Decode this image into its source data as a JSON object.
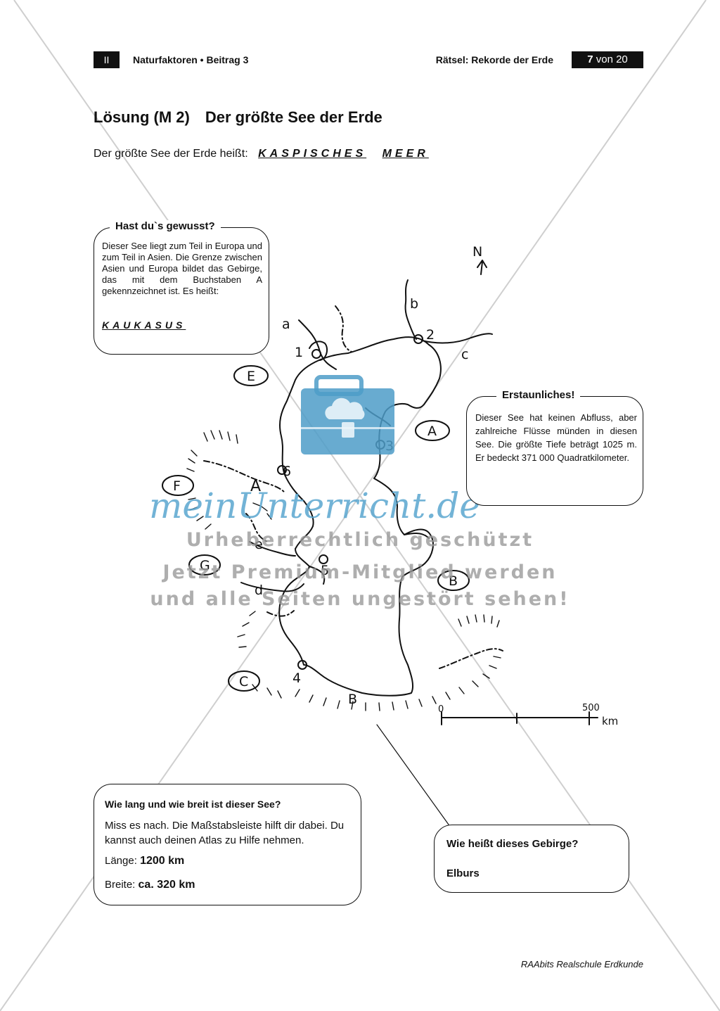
{
  "header": {
    "section_number": "II",
    "series": "Naturfaktoren • Beitrag 3",
    "topic": "Rätsel: Rekorde der Erde",
    "page_current": "7",
    "page_rest": "von 20"
  },
  "title": {
    "label": "Lösung (M 2)",
    "subtitle": "Der größte See der Erde"
  },
  "answer_line": {
    "question": "Der größte See der Erde heißt:",
    "word1": "KASPISCHES",
    "word2": "MEER"
  },
  "box_known": {
    "heading": "Hast du`s gewusst?",
    "text": "Dieser See liegt zum Teil in Europa und zum Teil in Asien. Die Grenze zwischen Asien und Europa bildet das Gebirge, das mit dem Buchstaben A gekennzeichnet ist. Es heißt:",
    "answer": "KAUKASUS"
  },
  "box_amazing": {
    "heading": "Erstaunliches!",
    "text": "Dieser See hat keinen Abfluss, aber zahlreiche Flüsse münden in diesen See. Die größte Tiefe beträgt 1025 m. Er bedeckt 371 000 Quadratkilometer."
  },
  "box_measure": {
    "question": "Wie lang und wie breit ist dieser See?",
    "text": "Miss es nach. Die Maßstabsleiste hilft dir dabei. Du kannst auch deinen Atlas zu Hilfe nehmen.",
    "length_label": "Länge:",
    "length_value": "1200 km",
    "width_label": "Breite:",
    "width_value": "ca. 320 km"
  },
  "box_mountains": {
    "question": "Wie heißt dieses Gebirge?",
    "answer": "Elburs"
  },
  "map": {
    "north": "N",
    "rivers": [
      "a",
      "b",
      "c",
      "d",
      "e"
    ],
    "cities": [
      "1",
      "2",
      "3",
      "4",
      "5",
      "6"
    ],
    "countries": [
      "A",
      "B",
      "C",
      "E",
      "F",
      "G"
    ],
    "mountains": [
      "A",
      "B"
    ],
    "scale_start": "0",
    "scale_end": "500",
    "scale_unit": "km"
  },
  "watermark": {
    "logo": "meinUnterricht.de",
    "line1": "Urheberrechtlich geschützt",
    "line2": "Jetzt Premium-Mitglied werden",
    "line3": "und alle Seiten ungestört sehen!"
  },
  "footer": "RAAbits Realschule Erdkunde"
}
